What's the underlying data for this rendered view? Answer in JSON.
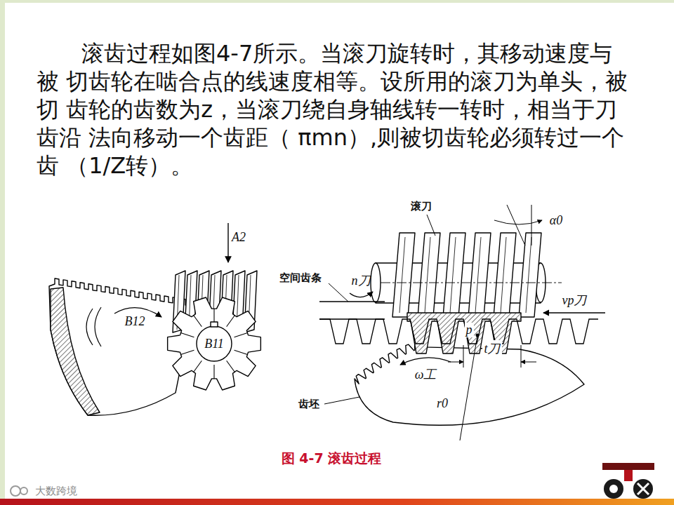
{
  "diagram": {
    "caption": "图 4-7 滚齿过程",
    "labels": [
      "滚齿过程如图4-7所示。当滚刀旋转时，其移动速度与被 切齿轮在啮合点的线速度相等。设所用的滚刀为单头，被切 齿轮的齿数为z，当滚刀绕自身轴线转一转时，相当于刀齿沿 法向移动一个齿距（ πmn）,则被切齿轮必须转过一个齿 （1/Z转）。",
      "A2",
      "B12",
      "B11",
      "滚刀",
      "α0",
      "空间齿条",
      "n刀",
      "vp刀",
      "p",
      "t刀",
      "ω工",
      "r0",
      "齿坯",
      "大数跨境"
    ]
  }
}
